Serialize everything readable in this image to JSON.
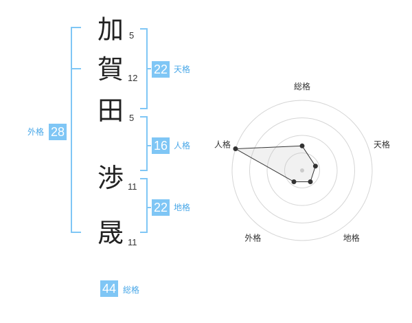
{
  "name": {
    "chars": [
      {
        "char": "加",
        "strokes": "5"
      },
      {
        "char": "賀",
        "strokes": "12"
      },
      {
        "char": "田",
        "strokes": "5"
      },
      {
        "char": "渉",
        "strokes": "11"
      },
      {
        "char": "晟",
        "strokes": "11"
      }
    ]
  },
  "kakusu": {
    "tenkaku": {
      "value": "22",
      "label": "天格"
    },
    "jinkaku": {
      "value": "16",
      "label": "人格"
    },
    "chikaku": {
      "value": "22",
      "label": "地格"
    },
    "gaikaku": {
      "value": "28",
      "label": "外格"
    },
    "soukaku": {
      "value": "44",
      "label": "総格"
    }
  },
  "colors": {
    "accent": "#7fc6f5",
    "bracket": "#7fc6f5",
    "accent_text": "#4aa8e8"
  },
  "chart_data": {
    "type": "radar",
    "axes": [
      "総格",
      "天格",
      "地格",
      "外格",
      "人格"
    ],
    "values": [
      0.35,
      0.2,
      0.2,
      0.2,
      1.0
    ],
    "rings": 4
  }
}
